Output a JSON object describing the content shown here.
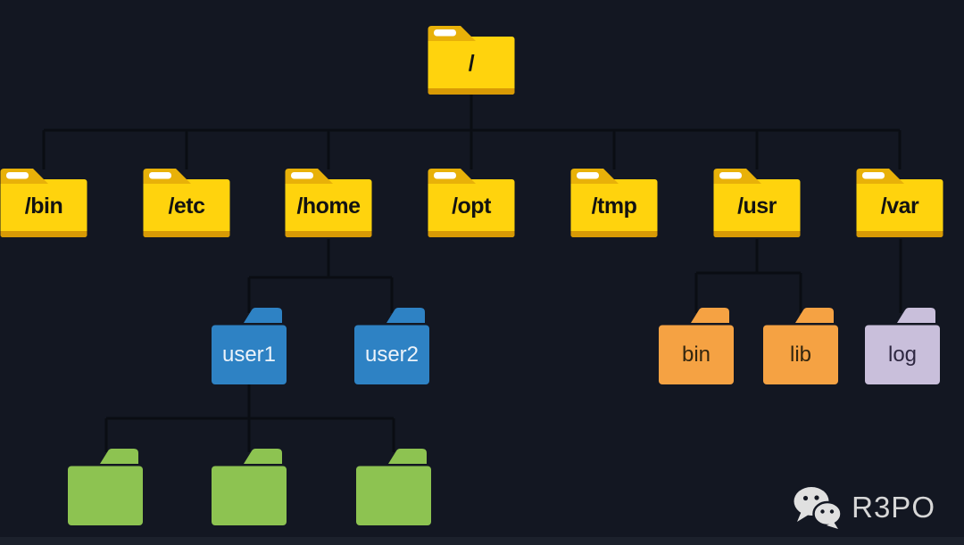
{
  "diagram": {
    "type": "filesystem-tree",
    "root": {
      "label": "/"
    },
    "level1": [
      {
        "label": "/bin"
      },
      {
        "label": "/etc"
      },
      {
        "label": "/home"
      },
      {
        "label": "/opt"
      },
      {
        "label": "/tmp"
      },
      {
        "label": "/usr"
      },
      {
        "label": "/var"
      }
    ],
    "home_children": [
      {
        "label": "user1"
      },
      {
        "label": "user2"
      }
    ],
    "user1_children": [
      {
        "label": ""
      },
      {
        "label": ""
      },
      {
        "label": ""
      }
    ],
    "usr_children": [
      {
        "label": "bin"
      },
      {
        "label": "lib"
      }
    ],
    "var_children": [
      {
        "label": "log"
      }
    ]
  },
  "colors": {
    "background": "#131722",
    "connector_line": "#0A0D13",
    "folder_yellow_body": "#FFD30D",
    "folder_yellow_tab": "#E8B109",
    "folder_yellow_bottom": "#D89A05",
    "folder_yellow_text": "#121212",
    "folder_blue": "#2E82C4",
    "folder_blue_text": "#ECF3FA",
    "folder_orange": "#F5A243",
    "folder_orange_text": "#33260F",
    "folder_purple": "#C9BFDB",
    "folder_purple_text": "#2E2741",
    "folder_green": "#8DC351",
    "watermark_color": "#D7D7D7"
  },
  "watermark": {
    "icon": "wechat-icon",
    "text": "R3PO"
  }
}
